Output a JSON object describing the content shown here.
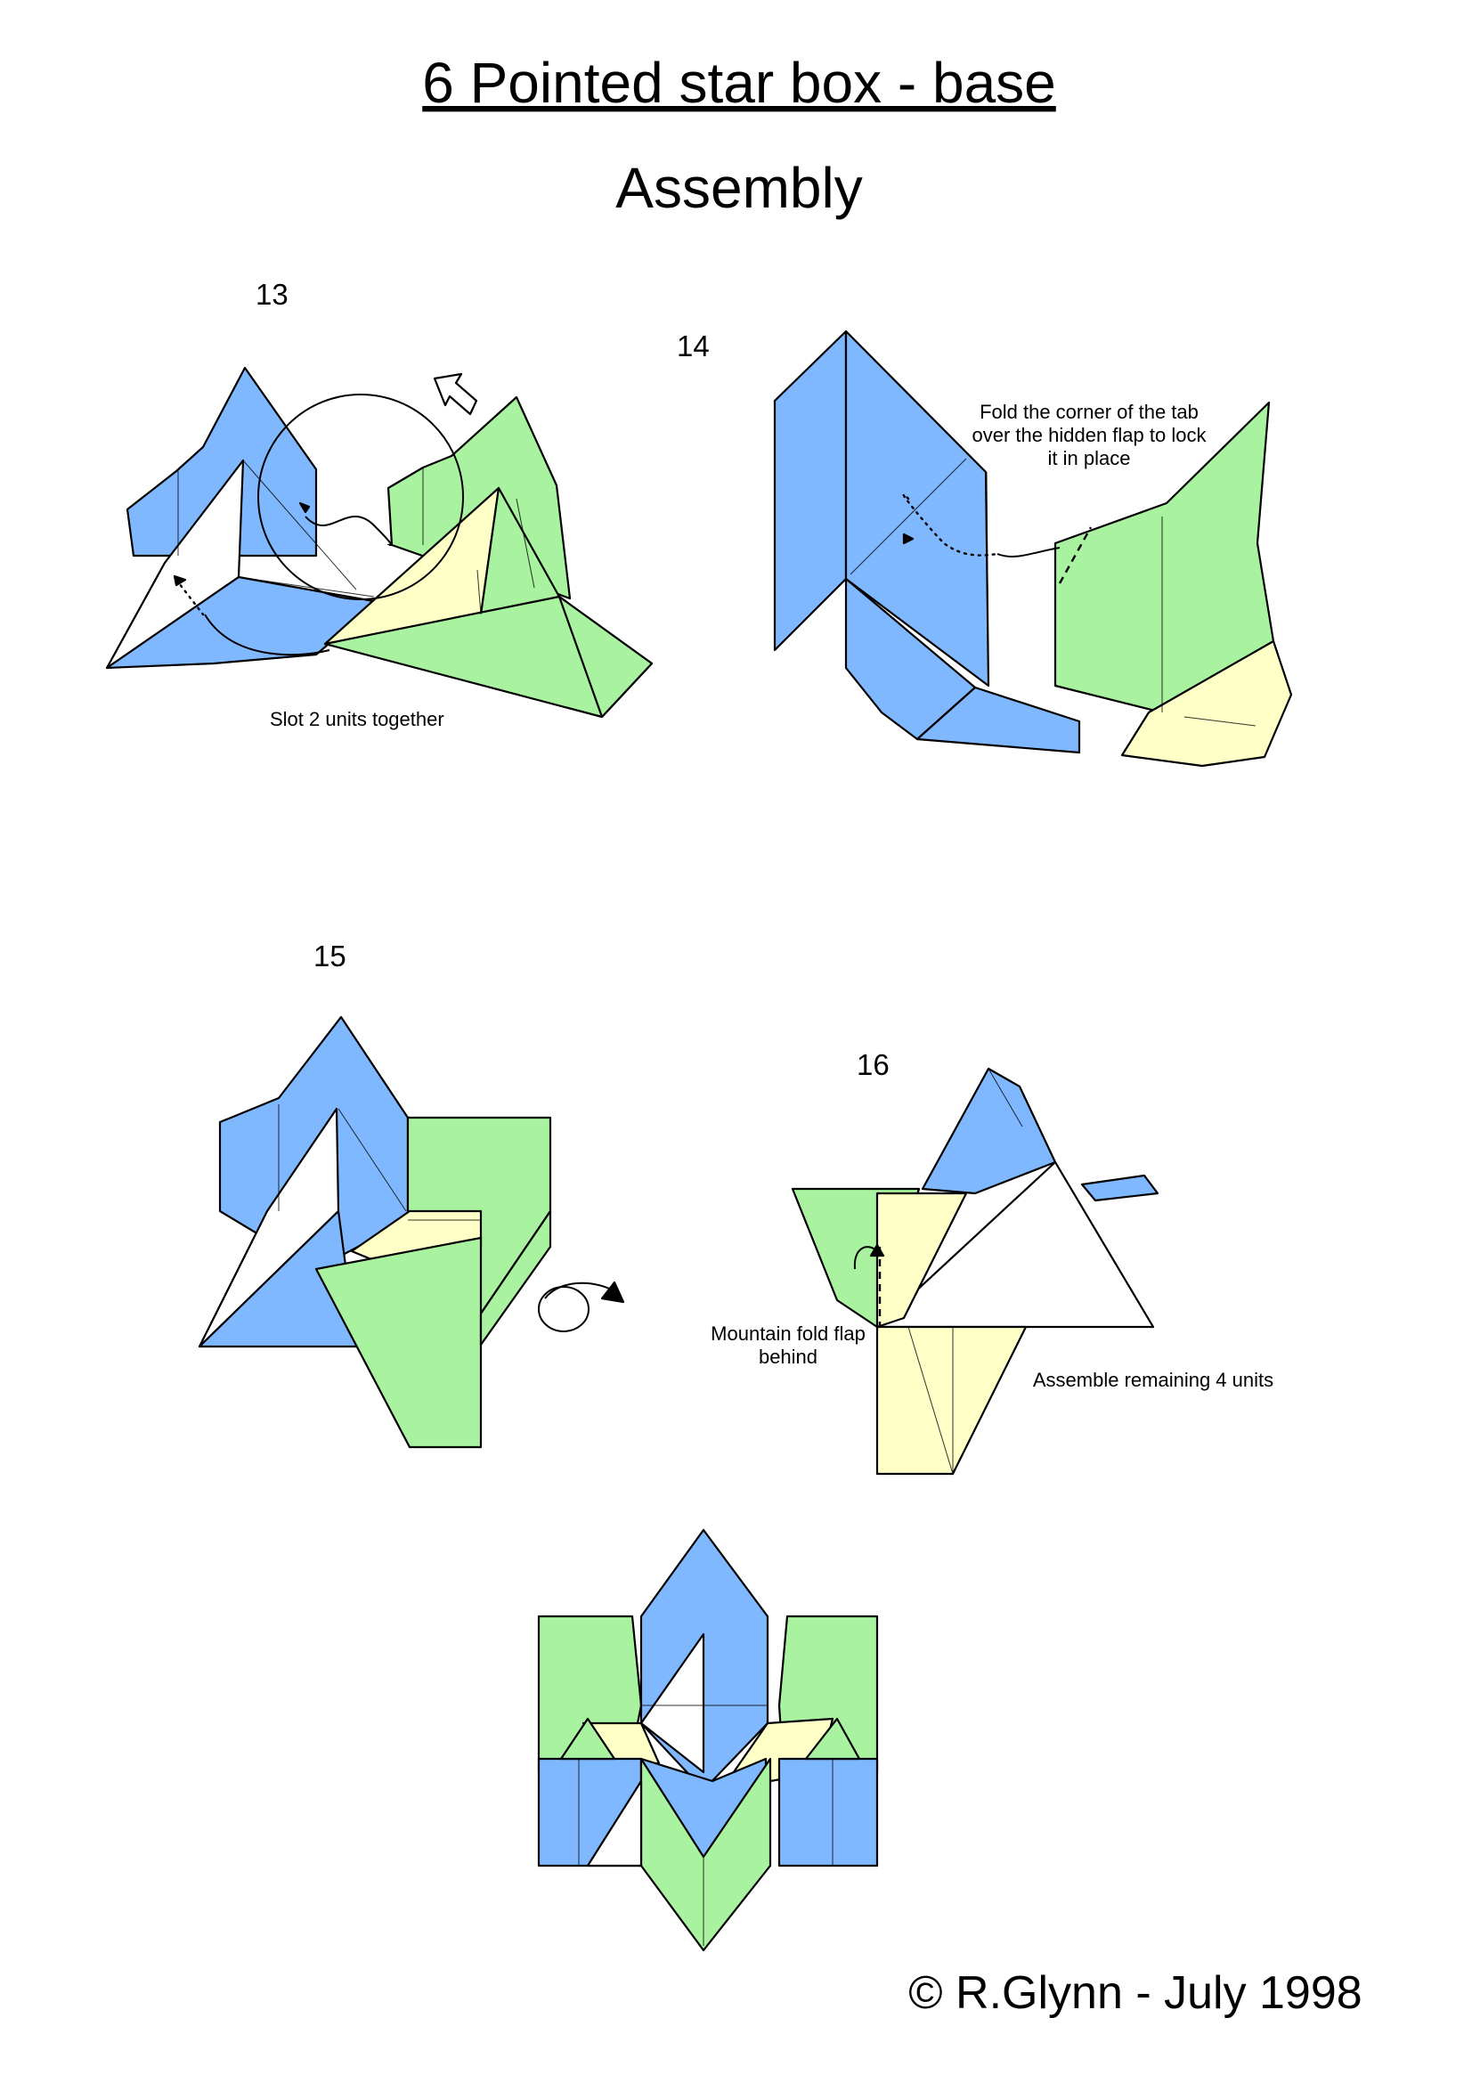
{
  "document": {
    "title": "6 Pointed star box - base",
    "subtitle": "Assembly",
    "copyright": "© R.Glynn - July 1998"
  },
  "palette": {
    "blue": "#80B8FF",
    "green": "#A8F2A0",
    "cream": "#FFFFC8",
    "white": "#FFFFFF",
    "outline": "#000000"
  },
  "steps": [
    {
      "number": "13",
      "notes": [
        "Slot 2 units together"
      ]
    },
    {
      "number": "14",
      "notes": [
        "Fold the corner of the tab",
        "over the hidden flap to lock",
        "it in place"
      ]
    },
    {
      "number": "15",
      "notes": []
    },
    {
      "number": "16",
      "notes": [
        "Mountain fold flap",
        "behind",
        "Assemble remaining 4 units"
      ]
    }
  ],
  "icons": [
    "push-arrow-icon",
    "turn-over-icon",
    "fold-arrow-icon"
  ]
}
